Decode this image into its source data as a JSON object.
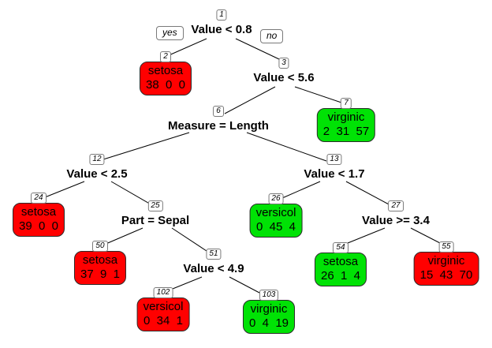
{
  "figure": {
    "type": "decision-tree",
    "background": "#ffffff",
    "palette": {
      "leaf_red": "#ff0000",
      "leaf_green": "#00e205",
      "leaf_border": "#2a2a2a",
      "tag_border": "#7a7a7a",
      "edge_color": "#000000",
      "text_color": "#000000"
    },
    "edge_labels": {
      "yes": "yes",
      "no": "no"
    },
    "splits": [
      {
        "id": "1",
        "label": "Value < 0.8"
      },
      {
        "id": "3",
        "label": "Value < 5.6"
      },
      {
        "id": "6",
        "label": "Measure = Length"
      },
      {
        "id": "12",
        "label": "Value < 2.5"
      },
      {
        "id": "13",
        "label": "Value < 1.7"
      },
      {
        "id": "25",
        "label": "Part = Sepal"
      },
      {
        "id": "27",
        "label": "Value >= 3.4"
      },
      {
        "id": "51",
        "label": "Value < 4.9"
      }
    ],
    "leaves": [
      {
        "id": "2",
        "class": "setosa",
        "counts": "38  0  0",
        "color": "red",
        "fill": "#ff0000"
      },
      {
        "id": "7",
        "class": "virginic",
        "counts": "2  31  57",
        "color": "green",
        "fill": "#00e205"
      },
      {
        "id": "24",
        "class": "setosa",
        "counts": "39  0  0",
        "color": "red",
        "fill": "#ff0000"
      },
      {
        "id": "26",
        "class": "versicol",
        "counts": "0  45  4",
        "color": "green",
        "fill": "#00e205"
      },
      {
        "id": "50",
        "class": "setosa",
        "counts": "37  9  1",
        "color": "red",
        "fill": "#ff0000"
      },
      {
        "id": "54",
        "class": "setosa",
        "counts": "26  1  4",
        "color": "green",
        "fill": "#00e205"
      },
      {
        "id": "55",
        "class": "virginic",
        "counts": "15  43  70",
        "color": "red",
        "fill": "#ff0000"
      },
      {
        "id": "102",
        "class": "versicol",
        "counts": "0  34  1",
        "color": "red",
        "fill": "#ff0000"
      },
      {
        "id": "103",
        "class": "virginic",
        "counts": "0  4  19",
        "color": "green",
        "fill": "#00e205"
      }
    ],
    "edges": [
      {
        "from": "1",
        "to": "2"
      },
      {
        "from": "1",
        "to": "3"
      },
      {
        "from": "3",
        "to": "6"
      },
      {
        "from": "3",
        "to": "7"
      },
      {
        "from": "6",
        "to": "12"
      },
      {
        "from": "6",
        "to": "13"
      },
      {
        "from": "12",
        "to": "24"
      },
      {
        "from": "12",
        "to": "25"
      },
      {
        "from": "13",
        "to": "26"
      },
      {
        "from": "13",
        "to": "27"
      },
      {
        "from": "25",
        "to": "50"
      },
      {
        "from": "25",
        "to": "51"
      },
      {
        "from": "27",
        "to": "54"
      },
      {
        "from": "27",
        "to": "55"
      },
      {
        "from": "51",
        "to": "102"
      },
      {
        "from": "51",
        "to": "103"
      }
    ]
  }
}
